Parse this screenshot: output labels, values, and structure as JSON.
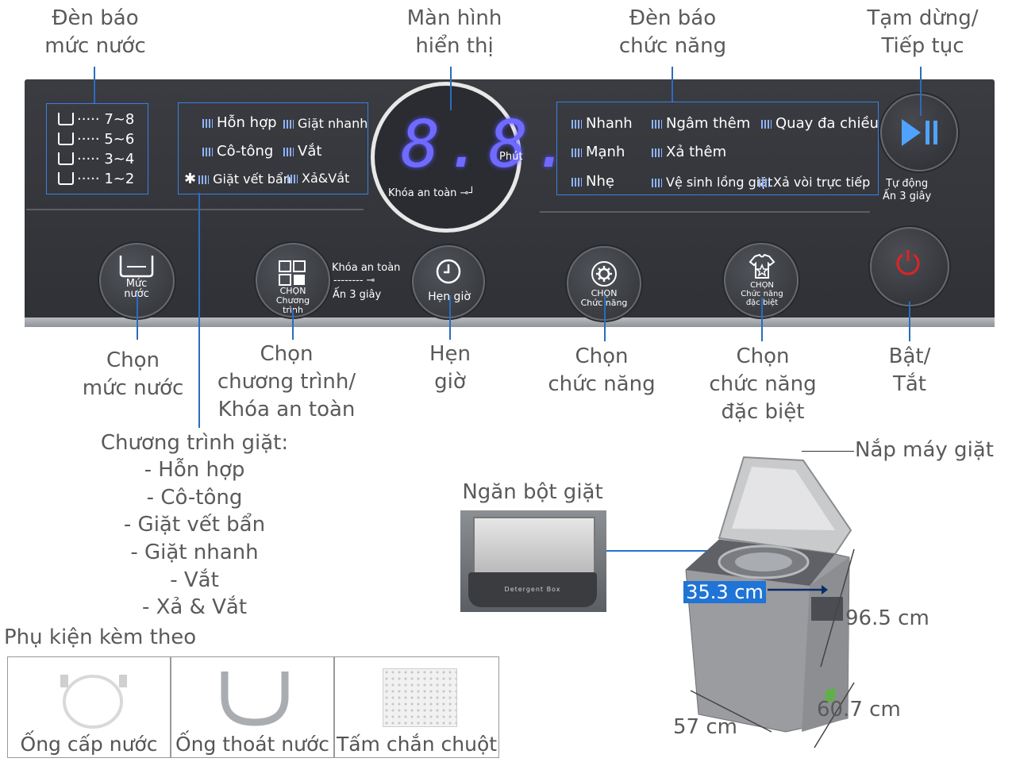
{
  "callouts_top": {
    "water_level_light": "Đèn báo\nmức nước",
    "display_screen": "Màn hình\nhiển thị",
    "function_light": "Đèn báo\nchức năng",
    "pause_resume": "Tạm dừng/\nTiếp tục"
  },
  "panel": {
    "water_levels": [
      "7~8",
      "5~6",
      "3~4",
      "1~2"
    ],
    "programs": [
      "Hỗn hợp",
      "Giặt nhanh",
      "Cô-tông",
      "Vắt",
      "Giặt vết bẩn",
      "Xả&Vắt"
    ],
    "display_digits": "8.8.",
    "display_unit": "Phút",
    "display_lock": "Khóa an toàn",
    "functions": [
      "Nhanh",
      "Ngâm thêm",
      "Quay đa chiều",
      "Mạnh",
      "Xả thêm",
      "Nhẹ",
      "Vệ sinh lồng giặt",
      "Xả vòi trực tiếp"
    ],
    "auto_start": "Tự động\nẤn 3 giây",
    "btn_water": "Mức\nnước",
    "btn_program": "CHỌN\nChương\ntrình",
    "lock_top": "Khóa an toàn",
    "lock_bottom": "Ấn 3 giây",
    "btn_timer": "Hẹn giờ",
    "btn_function": "CHỌN\nChức năng",
    "btn_special": "CHỌN\nChức năng\nđặc biệt"
  },
  "callouts_bottom": {
    "select_water": "Chọn\nmức nước",
    "select_program": "Chọn\nchương trình/\nKhóa an toàn",
    "timer": "Hẹn\ngiờ",
    "select_function": "Chọn\nchức năng",
    "select_special": "Chọn\nchức năng\nđặc biệt",
    "power": "Bật/\nTắt"
  },
  "program_list": {
    "title": "Chương trình giặt:",
    "items": [
      "- Hỗn hợp",
      "- Cô-tông",
      "- Giặt vết bẩn",
      "- Giặt nhanh",
      "- Vắt",
      "- Xả & Vắt"
    ]
  },
  "accessories": {
    "title": "Phụ kiện kèm theo",
    "items": [
      "Ống cấp nước",
      "Ống thoát nước",
      "Tấm chắn chuột"
    ]
  },
  "machine": {
    "lid_label": "Nắp máy giặt",
    "detergent_label": "Ngăn bột giặt",
    "drawer_text": "Detergent Box",
    "dim_inner": "35.3 cm",
    "dim_height": "96.5 cm",
    "dim_depth": "60.7 cm",
    "dim_width": "57 cm"
  },
  "colors": {
    "panel": "#35373c",
    "led": "#8fb4ff",
    "callout_line": "#2a6cc0",
    "badge": "#1f74d6"
  }
}
